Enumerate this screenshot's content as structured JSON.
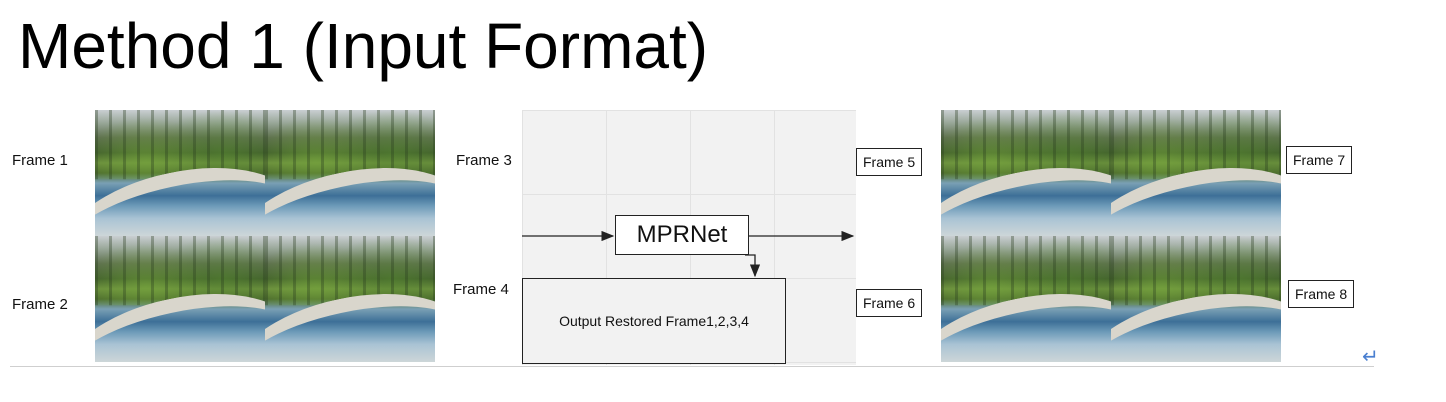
{
  "title": "Method 1 (Input Format)",
  "labels": {
    "frame1": "Frame 1",
    "frame2": "Frame 2",
    "frame3": "Frame 3",
    "frame4": "Frame 4",
    "frame5": "Frame 5",
    "frame6": "Frame 6",
    "frame7": "Frame 7",
    "frame8": "Frame 8"
  },
  "model": "MPRNet",
  "output": "Output Restored Frame1,2,3,4",
  "return_symbol": "↵"
}
